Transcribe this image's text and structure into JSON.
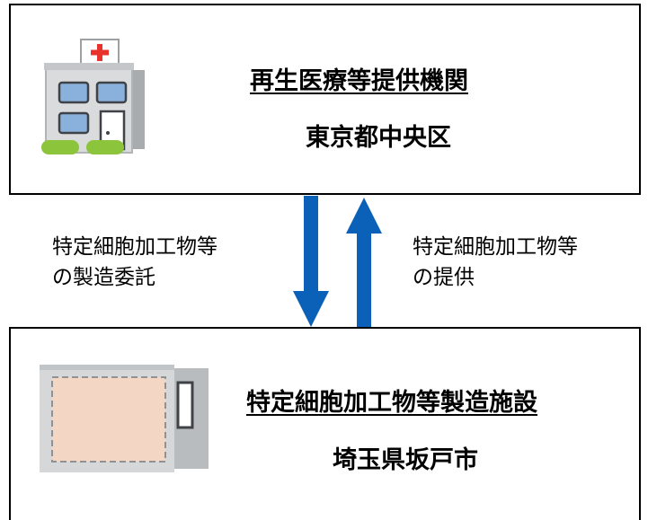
{
  "top_box": {
    "title": "再生医療等提供機関",
    "subtitle": "東京都中央区",
    "icon": "hospital-icon"
  },
  "bottom_box": {
    "title": "特定細胞加工物等製造施設",
    "subtitle": "埼玉県坂戸市",
    "icon": "facility-icon"
  },
  "flows": {
    "down": {
      "line1": "特定細胞加工物等",
      "line2": "の製造委託"
    },
    "up": {
      "line1": "特定細胞加工物等",
      "line2": "の提供"
    }
  },
  "colors": {
    "arrow": "#0a61b7",
    "border": "#000000"
  }
}
